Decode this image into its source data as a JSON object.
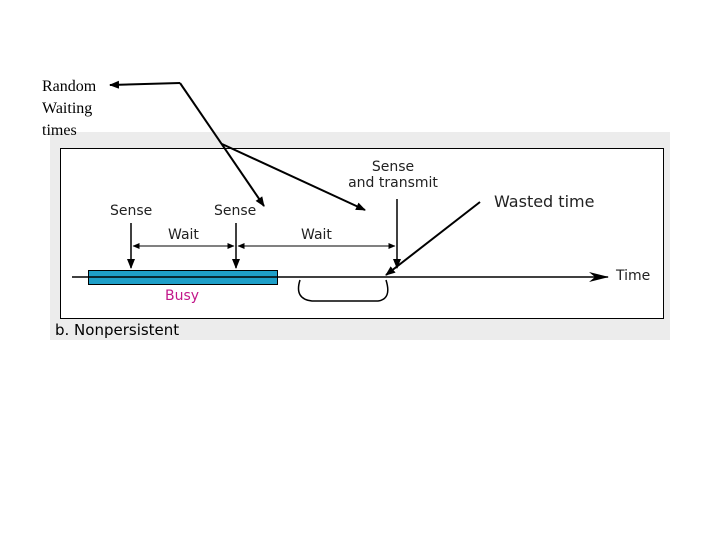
{
  "callout": {
    "random_waiting_times": [
      "Random",
      "Waiting",
      "times"
    ]
  },
  "diagram": {
    "sense_1": "Sense",
    "sense_2": "Sense",
    "sense_and_transmit": [
      "Sense",
      "and transmit"
    ],
    "wait_1": "Wait",
    "wait_2": "Wait",
    "busy": "Busy",
    "time": "Time",
    "wasted_time": "Wasted time",
    "caption": "b. Nonpersistent"
  },
  "colors": {
    "busy_bar": "#1e9fc8",
    "busy_label": "#c2188a"
  }
}
